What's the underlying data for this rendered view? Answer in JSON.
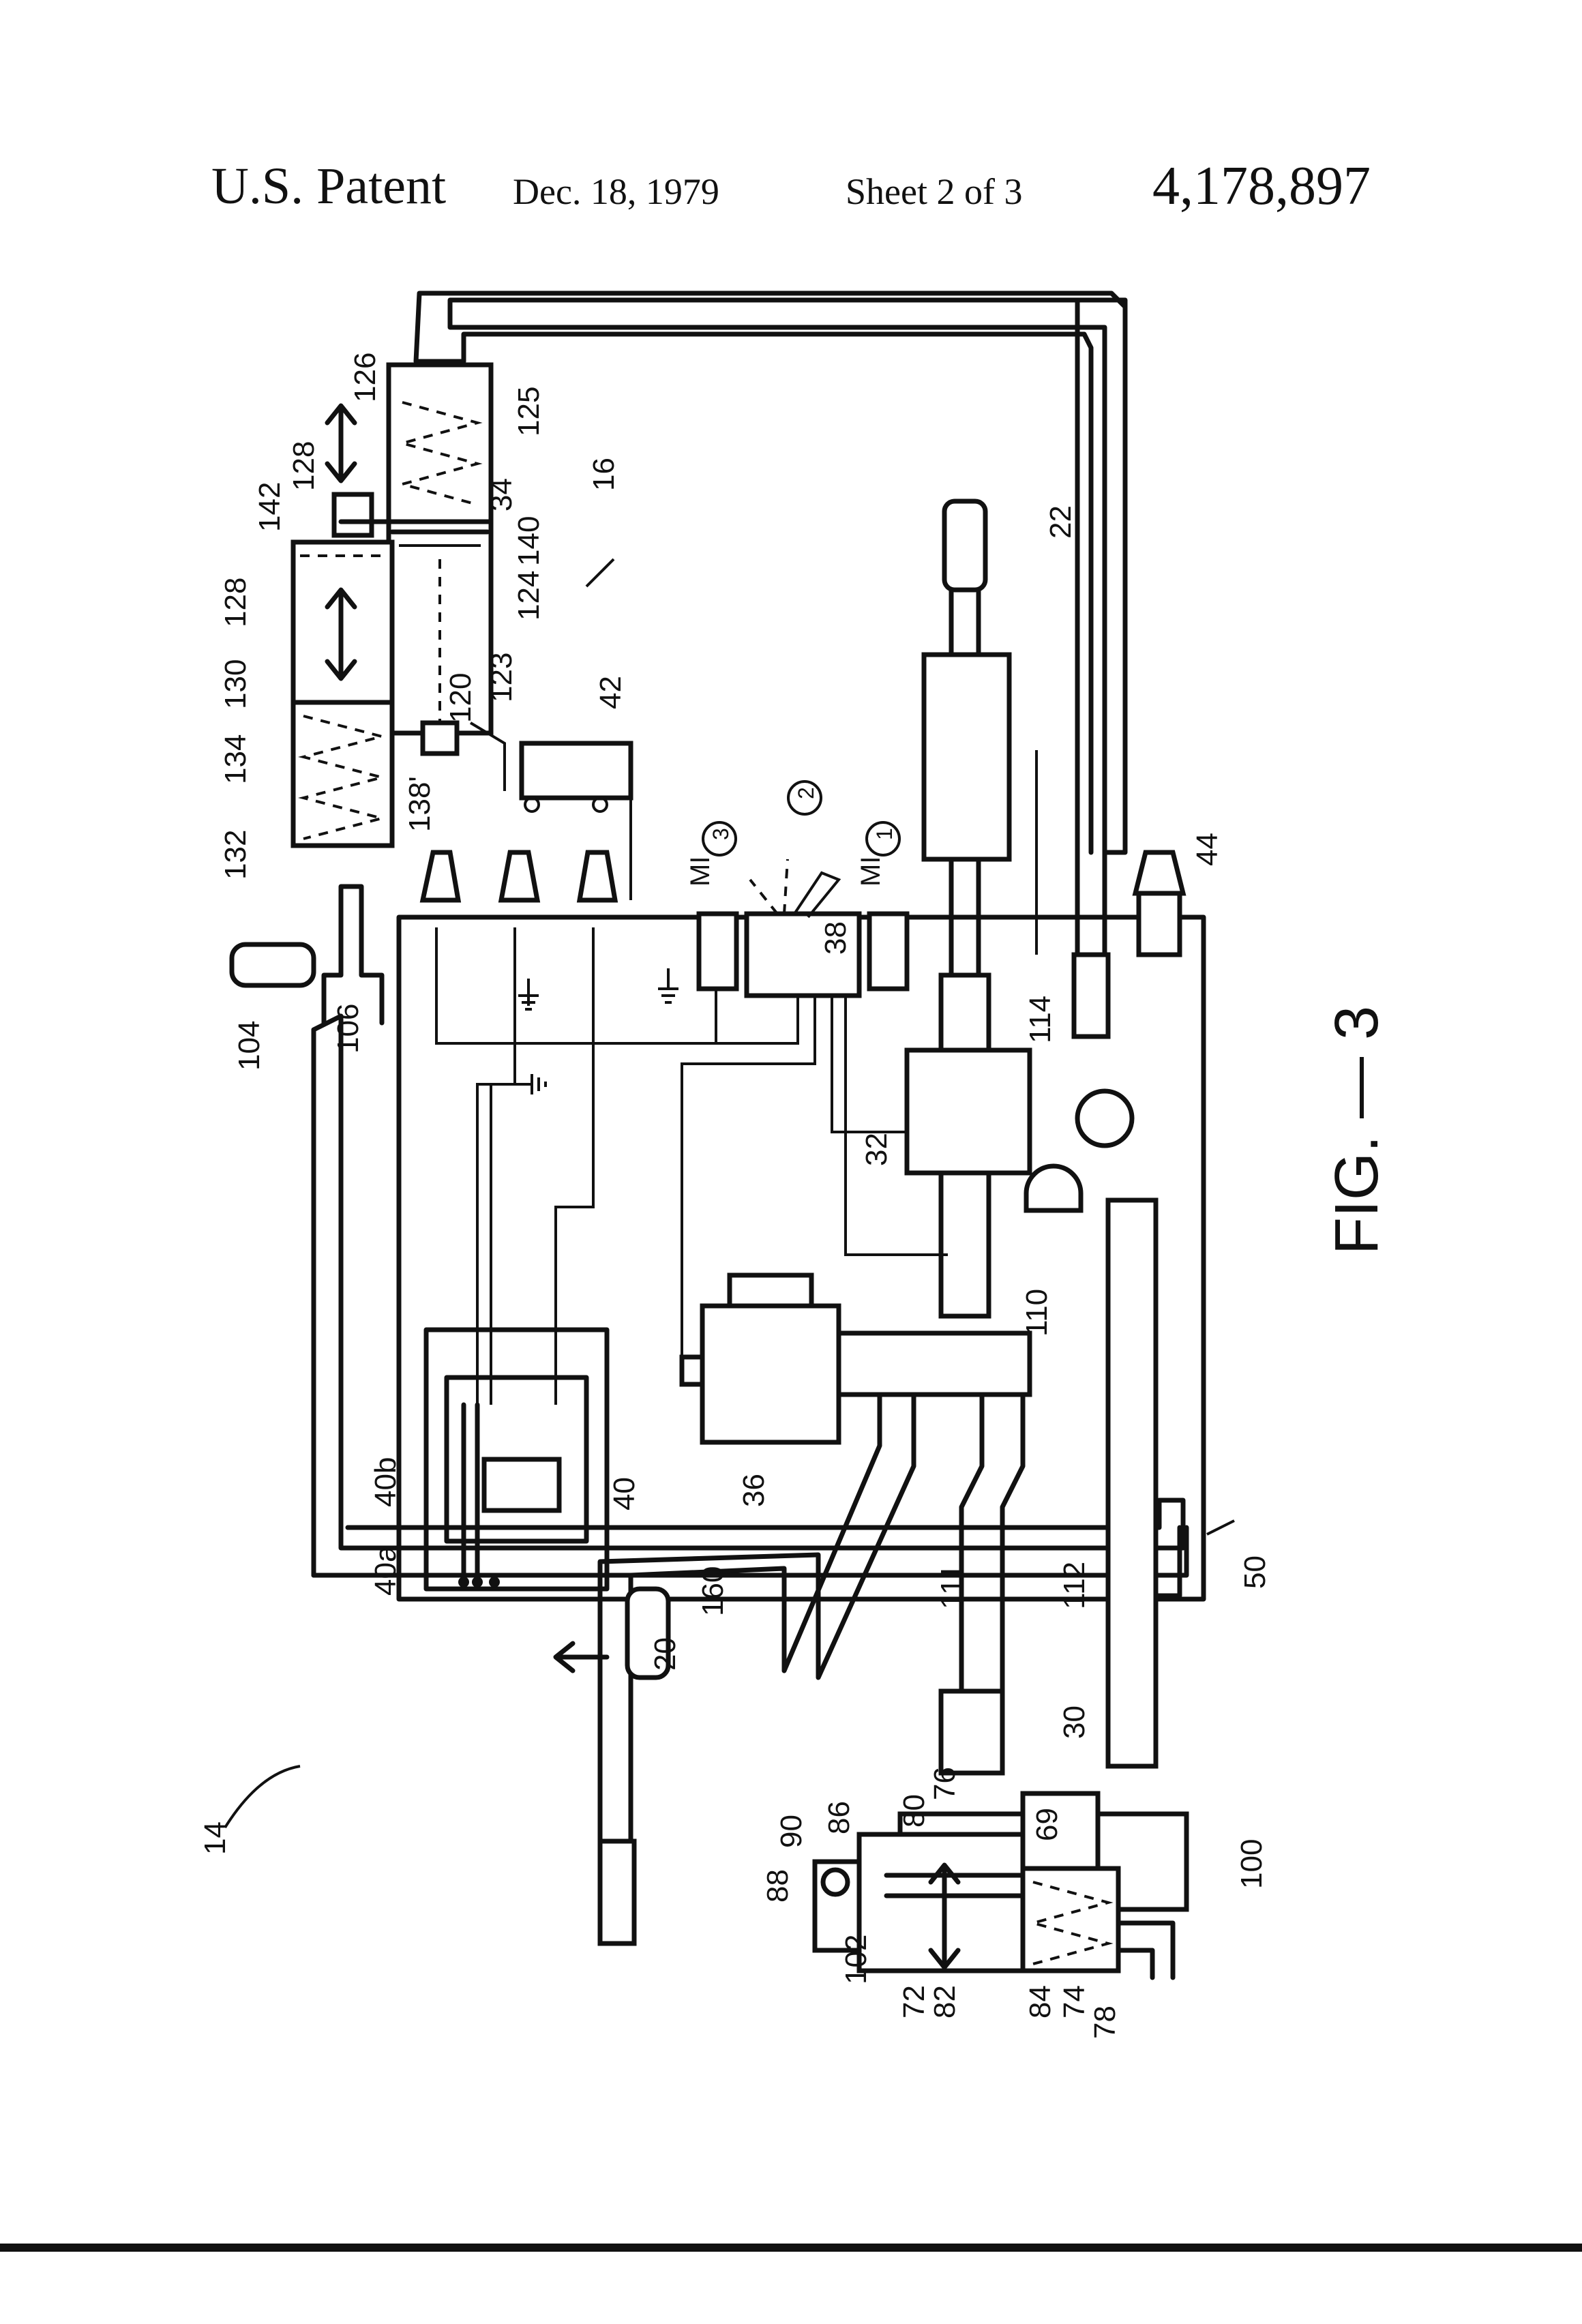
{
  "header": {
    "patent_label": "U.S. Patent",
    "date": "Dec. 18, 1979",
    "sheet": "Sheet 2 of 3",
    "patent_number": "4,178,897"
  },
  "figure_label": "FIG. — 3",
  "reference_numerals": {
    "r14": "14",
    "r16": "16",
    "r20": "20",
    "r22": "22",
    "r30": "30",
    "r32": "32",
    "r34": "34",
    "r36": "36",
    "r38": "38",
    "r40": "40",
    "r40a": "40a",
    "r40b": "40b",
    "r42": "42",
    "r44": "44",
    "r50": "50",
    "r69": "69",
    "r72": "72",
    "r74": "74",
    "r76": "76",
    "r78": "78",
    "r80": "80",
    "r82": "82",
    "r84": "84",
    "r86": "86",
    "r88": "88",
    "r90": "90",
    "r100": "100",
    "r102": "102",
    "r104": "104",
    "r106": "106",
    "r110": "110",
    "r111": "111",
    "r112": "112",
    "r114": "114",
    "r120": "120",
    "r123": "123",
    "r124": "124",
    "r125": "125",
    "r126": "126",
    "r128a": "128",
    "r128b": "128",
    "r130": "130",
    "r132": "132",
    "r134": "134",
    "r138": "138'",
    "r140": "140",
    "r142": "142",
    "r160": "160"
  },
  "switch_markers": {
    "m1_top": "MI",
    "m1_bottom": "MI",
    "pos1": "1",
    "pos2": "2",
    "pos3": "3"
  }
}
